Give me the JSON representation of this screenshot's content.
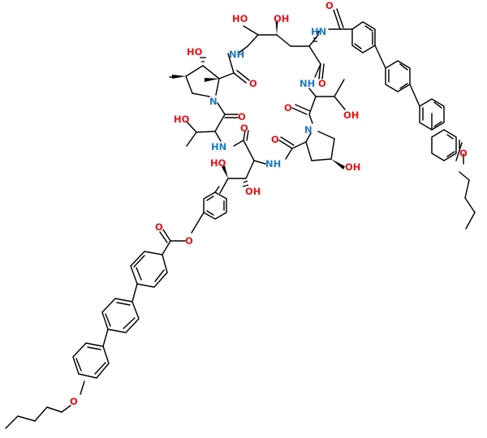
{
  "molecule": {
    "colors": {
      "bond": "#000000",
      "oxygen": "#e5141b",
      "nitrogen": "#1f7bbf",
      "background": "#ffffff"
    },
    "labels": {
      "o_amide_top": "O",
      "oh_c1": "HO",
      "oh_c2": "OH",
      "hn_top": "HN",
      "oh_pro3": "HO",
      "nh_ring_left": "NH",
      "o_ring_left": "O",
      "o_ring_right": "O",
      "nh_ring_right": "NH",
      "oh_thr_right": "OH",
      "o_pro4_co": "O",
      "n_pro_left": "N",
      "o_pro_left_co": "O",
      "oh_thr_left": "HO",
      "o_hty_co": "O",
      "hn_ring_bottom": "HN",
      "n_pro_right": "N",
      "o_pro_right_co": "O",
      "oh_pro4": "OH",
      "nh_hty": "NH",
      "oh_hty_benzyl": "HO",
      "oh_hty_2": "OH",
      "o_ester_carbonyl": "O",
      "o_ester": "O",
      "o_ether_top": "O",
      "o_ether_bottom": "O"
    }
  }
}
